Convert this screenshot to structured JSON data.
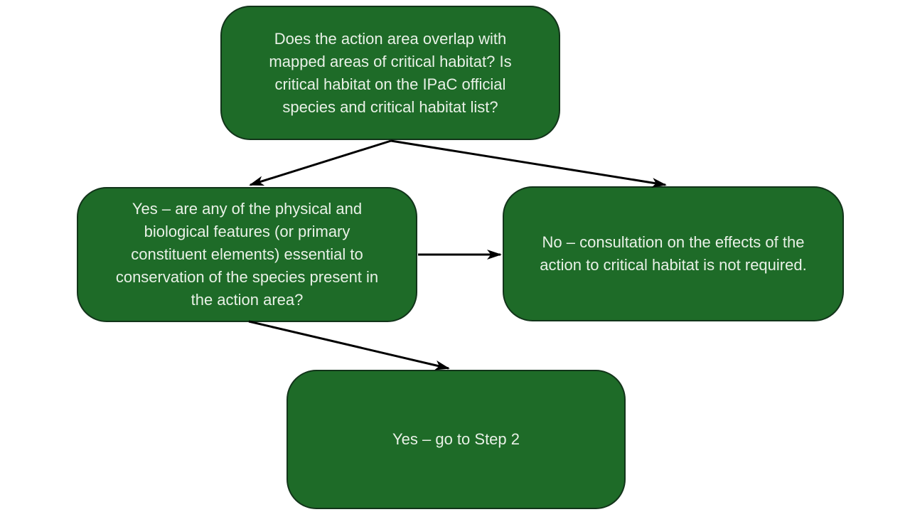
{
  "flowchart": {
    "colors": {
      "node_fill": "#1e6b28",
      "node_border": "#12341a",
      "text": "#e9f1e7",
      "arrow": "#000000",
      "background": "#ffffff"
    },
    "nodes": {
      "question_overlap": {
        "lines": [
          "Does the action area overlap with",
          "mapped areas of critical habitat? Is",
          "critical habitat on the IPaC official",
          "species and critical habitat list?"
        ]
      },
      "yes_features": {
        "lines": [
          "Yes – are any of the physical and",
          "biological features (or primary",
          "constituent elements) essential to",
          "conservation of the species present in",
          "the action area?"
        ]
      },
      "no_consultation": {
        "lines": [
          "No – consultation on the effects of the",
          "action to critical habitat is not required."
        ]
      },
      "yes_step2": {
        "lines": [
          "Yes – go to Step 2"
        ]
      }
    },
    "edges": [
      {
        "from": "question_overlap",
        "to": "yes_features"
      },
      {
        "from": "question_overlap",
        "to": "no_consultation"
      },
      {
        "from": "yes_features",
        "to": "no_consultation"
      },
      {
        "from": "yes_features",
        "to": "yes_step2"
      }
    ]
  }
}
